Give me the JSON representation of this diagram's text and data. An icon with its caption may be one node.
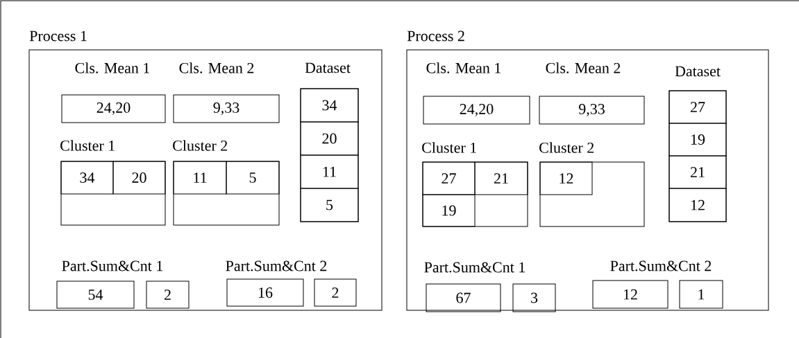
{
  "diagram": {
    "nodes": [
      {
        "text": [
          "Process 1"
        ]
      },
      {
        "text": [
          "Cls. Mean 1",
          "24,20"
        ],
        "in": 0
      },
      {
        "text": [
          "Cls. Mean 2",
          "9,33"
        ],
        "in": 0
      },
      {
        "text": [
          "Dataset"
        ],
        "in": 0
      },
      {
        "text": [
          "34"
        ],
        "in": 3
      },
      {
        "text": [
          "20"
        ],
        "in": 3
      },
      {
        "text": [
          "11"
        ],
        "in": 3
      },
      {
        "text": [
          "5"
        ],
        "in": 3
      },
      {
        "text": [
          "Cluster 1"
        ],
        "in": 0
      },
      {
        "text": [
          "34"
        ],
        "in": 8
      },
      {
        "text": [
          "20"
        ],
        "in": 8
      },
      {
        "text": [
          "Cluster 2"
        ],
        "in": 0
      },
      {
        "text": [
          "11"
        ],
        "in": 11
      },
      {
        "text": [
          "5"
        ],
        "in": 11
      },
      {
        "text": [
          "54"
        ],
        "in": 0
      },
      {
        "text": [
          "2"
        ],
        "in": 0
      },
      {
        "text": [
          "16"
        ],
        "in": 0
      },
      {
        "text": [
          "2"
        ],
        "in": 0
      },
      {
        "text": [
          "Process 2"
        ]
      },
      {
        "text": [
          "Cls. Mean 1",
          "24,20"
        ],
        "in": 18
      },
      {
        "text": [
          "Cls. Mean 2",
          "9,33"
        ],
        "in": 18
      },
      {
        "text": [
          "Dataset"
        ],
        "in": 18
      },
      {
        "text": [
          "27"
        ],
        "in": 21
      },
      {
        "text": [
          "19"
        ],
        "in": 21
      },
      {
        "text": [
          "21"
        ],
        "in": 21
      },
      {
        "text": [
          "12"
        ],
        "in": 21
      },
      {
        "text": [
          "Cluster 1"
        ],
        "in": 18
      },
      {
        "text": [
          "27"
        ],
        "in": 26
      },
      {
        "text": [
          "21"
        ],
        "in": 26
      },
      {
        "text": [
          "19"
        ],
        "in": 26
      },
      {
        "text": [
          "Cluster 2"
        ],
        "in": 18
      },
      {
        "text": [
          "12"
        ],
        "in": 30
      },
      {
        "text": [
          "67"
        ],
        "in": 18
      },
      {
        "text": [
          "3"
        ],
        "in": 18
      },
      {
        "text": [
          "12"
        ],
        "in": 18
      },
      {
        "text": [
          "1"
        ],
        "in": 18
      }
    ],
    "labels": [
      "Part.Sum&Cnt 1",
      "Part.Sum&Cnt 2",
      "Part.Sum&Cnt 1",
      "Part.Sum&Cnt 2"
    ]
  }
}
